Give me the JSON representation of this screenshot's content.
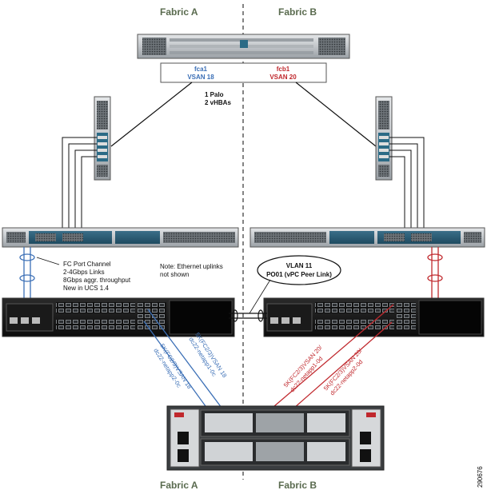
{
  "fabrics": {
    "a": "Fabric A",
    "b": "Fabric B"
  },
  "adapter": {
    "a_port": "fca1",
    "a_vsan": "VSAN 18",
    "b_port": "fcb1",
    "b_vsan": "VSAN 20",
    "note_line1": "1 Palo",
    "note_line2": "2 vHBAs"
  },
  "port_channel_note": {
    "line1": "FC Port Channel",
    "line2": "2-4Gbps Links",
    "line3": "8Gbps aggr. throughput",
    "line4": "New in UCS 1.4"
  },
  "ethernet_note": {
    "line1": "Note: Ethernet uplinks",
    "line2": "not shown"
  },
  "vpc": {
    "line1": "VLAN 11",
    "line2": "PO01 (vPC Peer Link)"
  },
  "links": {
    "a1_line1": "5K(FC2/3)VSAN 18",
    "a1_line2": "dc22-netapp1-0c",
    "a2_line1": "5K(FC2/3)VSAN 18",
    "a2_line2": "dc22-netapp2-0c",
    "b1_line1": "5K(FC2/3)VSAN 20/",
    "b1_line2": "dc22-netapp1-0d",
    "b2_line1": "5K(FC2/3)VSAN 20/",
    "b2_line2": "dc22-netapp2-0d"
  },
  "figure_id": "290676",
  "colors": {
    "fabric_a": "#3b6fb6",
    "fabric_b": "#c0282d",
    "label": "#5a6b4f"
  }
}
